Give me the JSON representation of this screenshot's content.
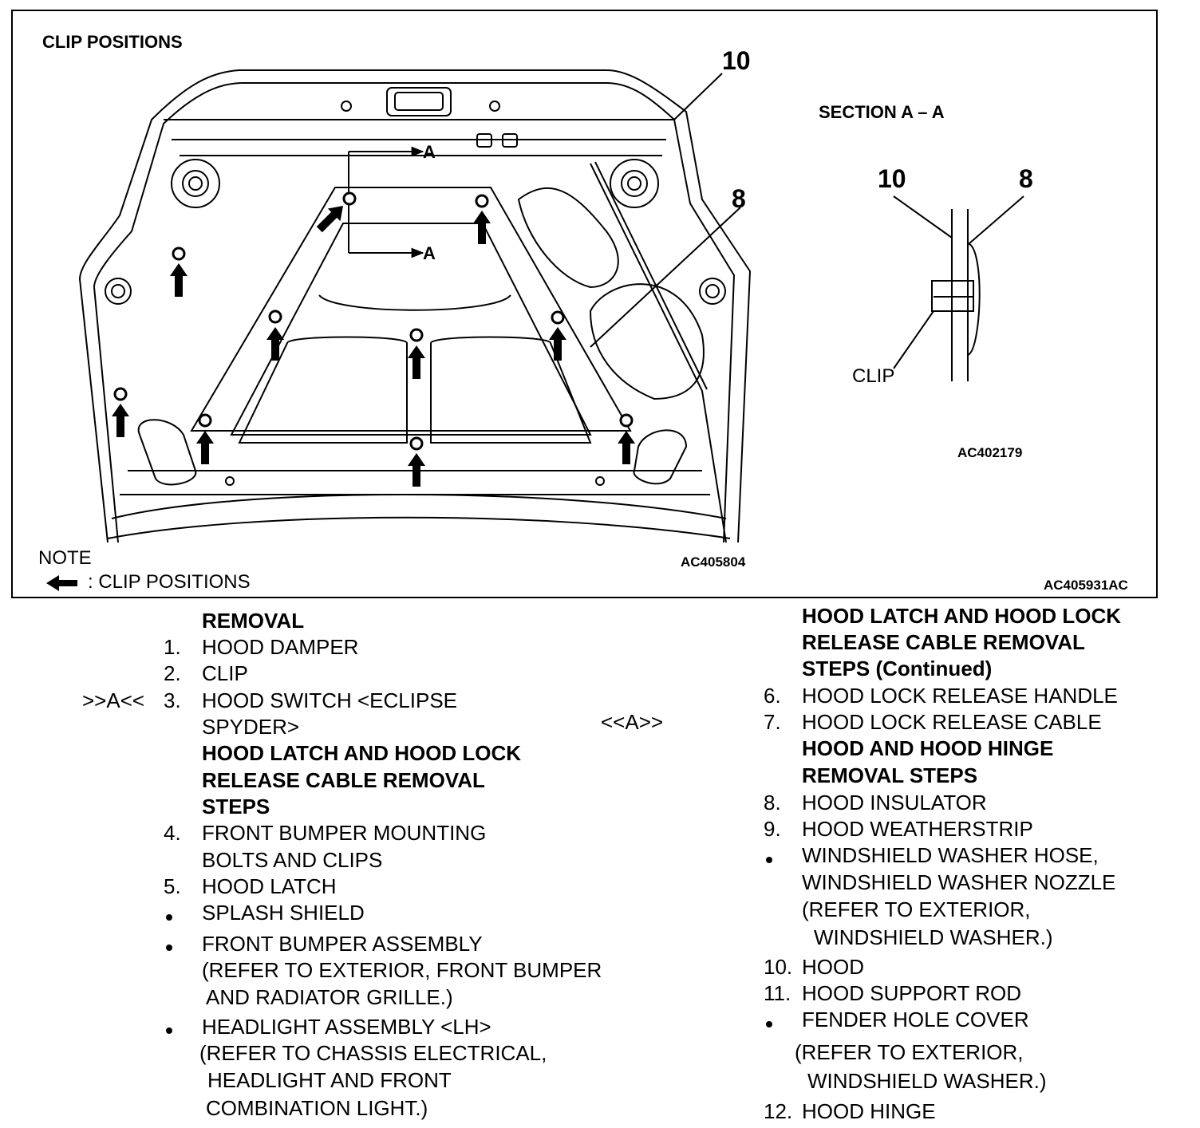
{
  "figure": {
    "title": "CLIP POSITIONS",
    "section_title": "SECTION A – A",
    "section_arrow_label": "A",
    "callouts": [
      "10",
      "8"
    ],
    "section_callouts": [
      "10",
      "8"
    ],
    "clip_label": "CLIP",
    "code_section": "AC402179",
    "code_main": "AC405804",
    "code_frame": "AC405931AC",
    "note_title": "NOTE",
    "note_text": ": CLIP POSITIONS"
  },
  "left_list": {
    "heading": "REMOVAL",
    "items": [
      {
        "num": "1.",
        "text": "HOOD DAMPER"
      },
      {
        "num": "2.",
        "text": "CLIP"
      },
      {
        "num": "3.",
        "lines": [
          "HOOD SWITCH <ECLIPSE",
          "SPYDER>"
        ],
        "ref": ">>A<<"
      }
    ],
    "heading2": [
      "HOOD LATCH AND HOOD LOCK",
      "RELEASE CABLE REMOVAL",
      "STEPS"
    ],
    "items2": [
      {
        "num": "4.",
        "lines": [
          "FRONT BUMPER MOUNTING",
          "BOLTS AND CLIPS"
        ]
      },
      {
        "num": "5.",
        "text": "HOOD LATCH"
      },
      {
        "bullet": true,
        "text": "SPLASH SHIELD"
      },
      {
        "bullet": true,
        "lines": [
          "FRONT BUMPER ASSEMBLY",
          "(REFER TO EXTERIOR, FRONT BUMPER",
          "AND RADIATOR GRILLE.)"
        ]
      },
      {
        "bullet": true,
        "lines": [
          "HEADLIGHT ASSEMBLY <LH>",
          "(REFER TO CHASSIS ELECTRICAL,",
          "HEADLIGHT AND FRONT",
          "COMBINATION LIGHT.)"
        ]
      }
    ]
  },
  "middle_ref": "<<A>>",
  "right_list": {
    "heading": [
      "HOOD LATCH AND HOOD LOCK",
      "RELEASE CABLE REMOVAL",
      "STEPS (Continued)"
    ],
    "items": [
      {
        "num": "6.",
        "text": "HOOD LOCK RELEASE HANDLE"
      },
      {
        "num": "7.",
        "text": "HOOD LOCK RELEASE CABLE"
      }
    ],
    "heading2": [
      "HOOD AND HOOD HINGE",
      "REMOVAL STEPS"
    ],
    "items2": [
      {
        "num": "8.",
        "text": "HOOD INSULATOR"
      },
      {
        "num": "9.",
        "text": "HOOD WEATHERSTRIP"
      },
      {
        "bullet": true,
        "lines": [
          "WINDSHIELD WASHER HOSE,",
          "WINDSHIELD WASHER NOZZLE",
          "(REFER TO  EXTERIOR,",
          "WINDSHIELD WASHER.)"
        ]
      },
      {
        "num": "10.",
        "text": "HOOD"
      },
      {
        "num": "11.",
        "text": "HOOD SUPPORT ROD"
      },
      {
        "bullet": true,
        "lines": [
          "FENDER HOLE COVER",
          "(REFER TO  EXTERIOR,",
          "WINDSHIELD WASHER.)"
        ]
      },
      {
        "num": "12.",
        "text": "HOOD HINGE"
      }
    ]
  }
}
